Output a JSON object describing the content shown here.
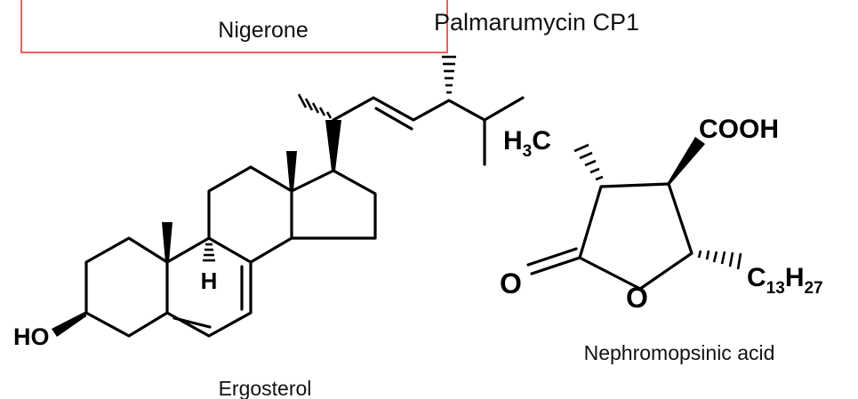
{
  "labels": {
    "nigerone": "Nigerone",
    "palmarumycin": "Palmarumycin CP1",
    "ergosterol": "Ergosterol",
    "nephromopsinic": "Nephromopsinic acid"
  },
  "atoms": {
    "ho": "HO",
    "h": "H",
    "h3c_h": "H",
    "h3c_sub": "3",
    "h3c_c": "C",
    "cooh": "COOH",
    "o_carbonyl": "O",
    "o_ring": "O",
    "c13_c": "C",
    "c13_sub": "13",
    "c13_h": "H",
    "c13_sub2": "27"
  },
  "colors": {
    "highlight_box": "#e53935",
    "structure": "#000000",
    "text": "#111111"
  }
}
